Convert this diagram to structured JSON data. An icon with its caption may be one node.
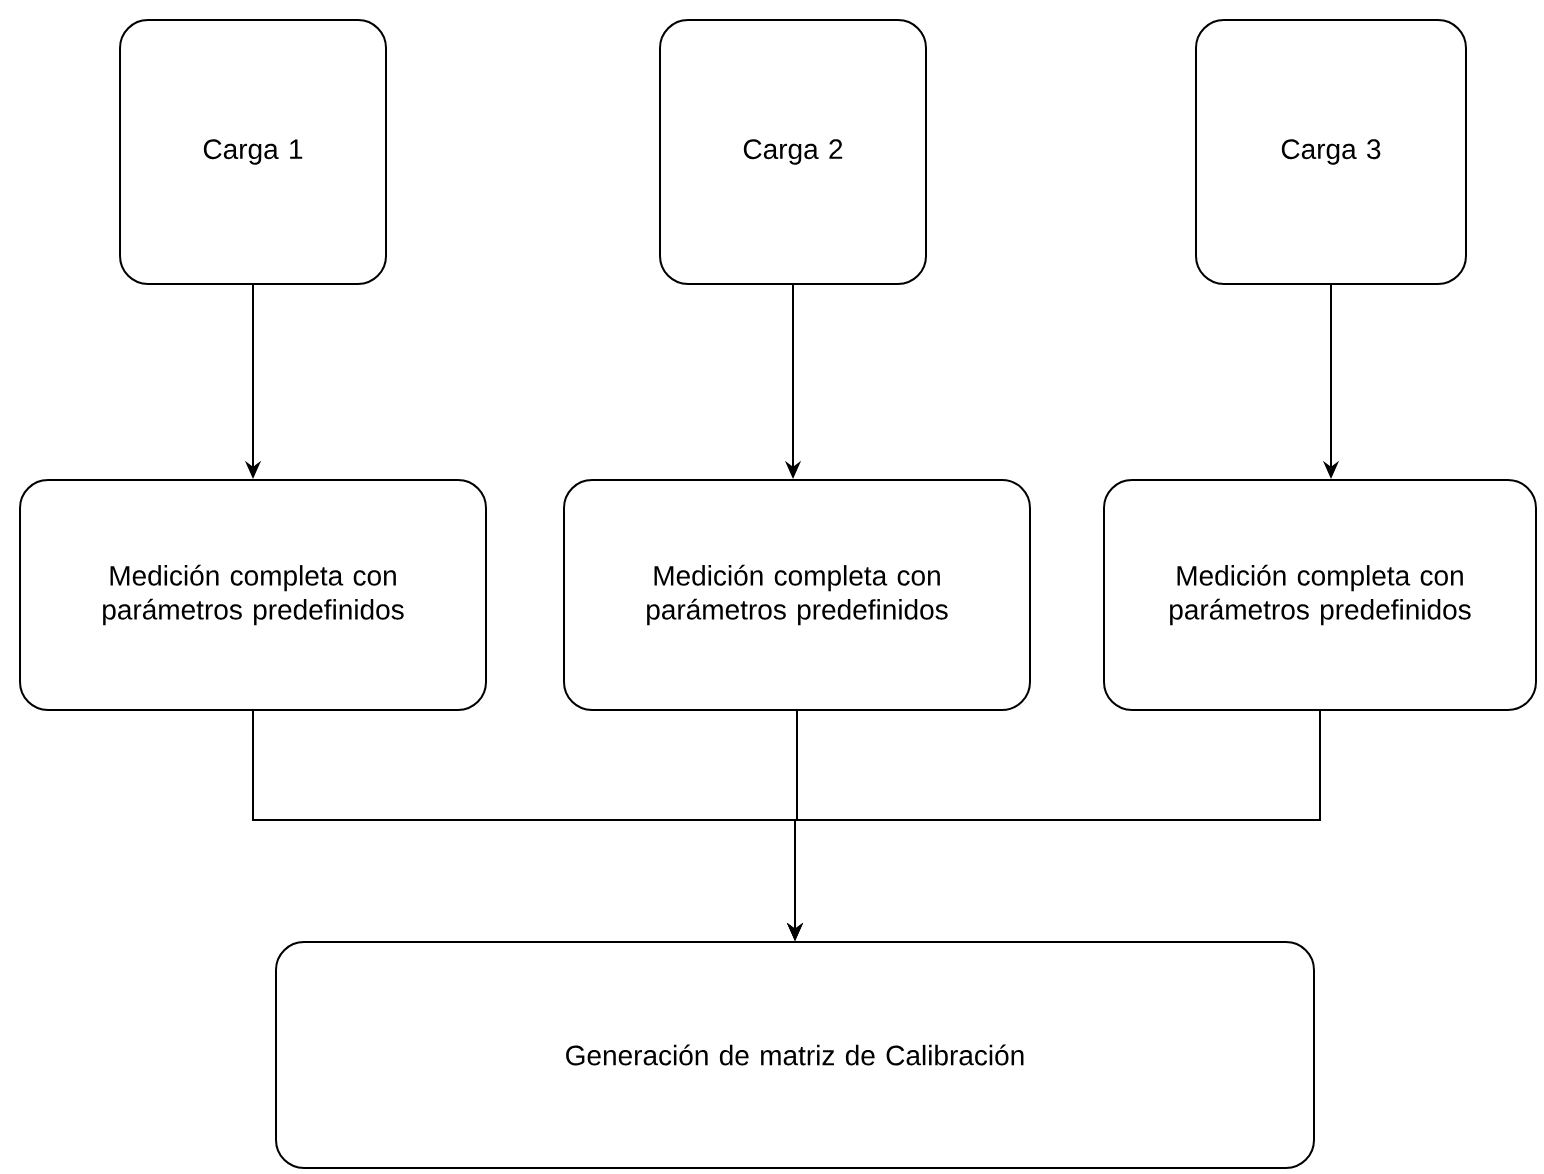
{
  "diagram": {
    "nodes": [
      {
        "text": [
          "Carga 1"
        ]
      },
      {
        "text": [
          "Carga 2"
        ]
      },
      {
        "text": [
          "Carga 3"
        ]
      },
      {
        "text": [
          "Medición completa con parámetros predefinidos"
        ]
      },
      {
        "text": [
          "Medición completa con parámetros predefinidos"
        ]
      },
      {
        "text": [
          "Medición completa con parámetros predefinidos"
        ]
      },
      {
        "text": [
          "Generación de matriz de Calibración"
        ]
      }
    ],
    "edges": [
      {
        "from": 0,
        "to": 3,
        "arrow": "to"
      },
      {
        "from": 1,
        "to": 4,
        "arrow": "to"
      },
      {
        "from": 2,
        "to": 5,
        "arrow": "to"
      },
      {
        "from": 3,
        "to": 6,
        "arrow": "to"
      },
      {
        "from": 4,
        "to": 6,
        "arrow": "to"
      },
      {
        "from": 5,
        "to": 6,
        "arrow": "to"
      }
    ]
  }
}
